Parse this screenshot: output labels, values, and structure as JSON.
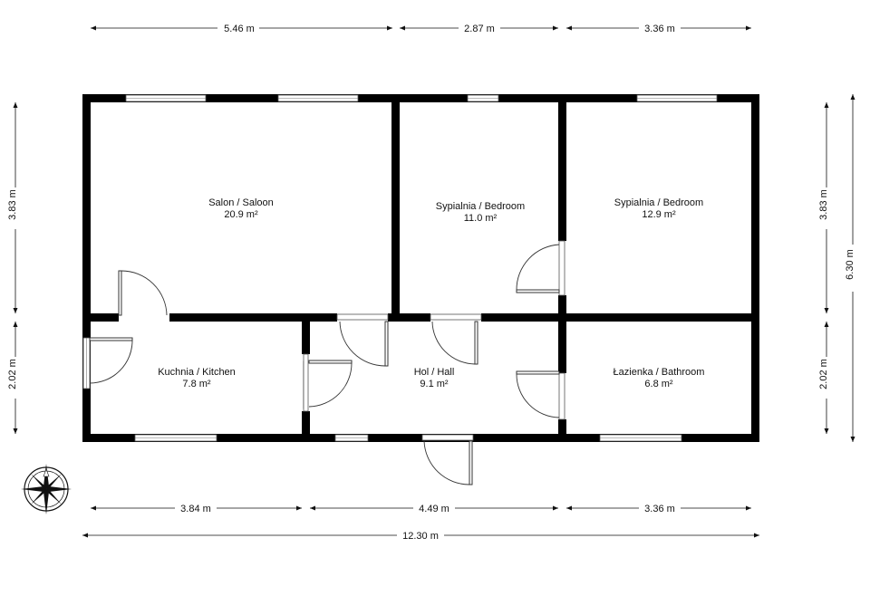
{
  "rooms": {
    "salon": {
      "name": "Salon / Saloon",
      "area": "20.9 m²"
    },
    "bedroom1": {
      "name": "Sypialnia / Bedroom",
      "area": "11.0 m²"
    },
    "bedroom2": {
      "name": "Sypialnia / Bedroom",
      "area": "12.9 m²"
    },
    "kitchen": {
      "name": "Kuchnia / Kitchen",
      "area": "7.8 m²"
    },
    "hall": {
      "name": "Hol / Hall",
      "area": "9.1 m²"
    },
    "bathroom": {
      "name": "Łazienka / Bathroom",
      "area": "6.8 m²"
    }
  },
  "dimensions": {
    "top": [
      "5.46 m",
      "2.87 m",
      "3.36 m"
    ],
    "bottom": [
      "3.84 m",
      "4.49 m",
      "3.36 m"
    ],
    "total_width": "12.30 m",
    "left": [
      "3.83 m",
      "2.02 m"
    ],
    "right": [
      "3.83 m",
      "2.02 m"
    ],
    "total_height": "6.30 m"
  },
  "compass": {
    "north_label": "N"
  }
}
